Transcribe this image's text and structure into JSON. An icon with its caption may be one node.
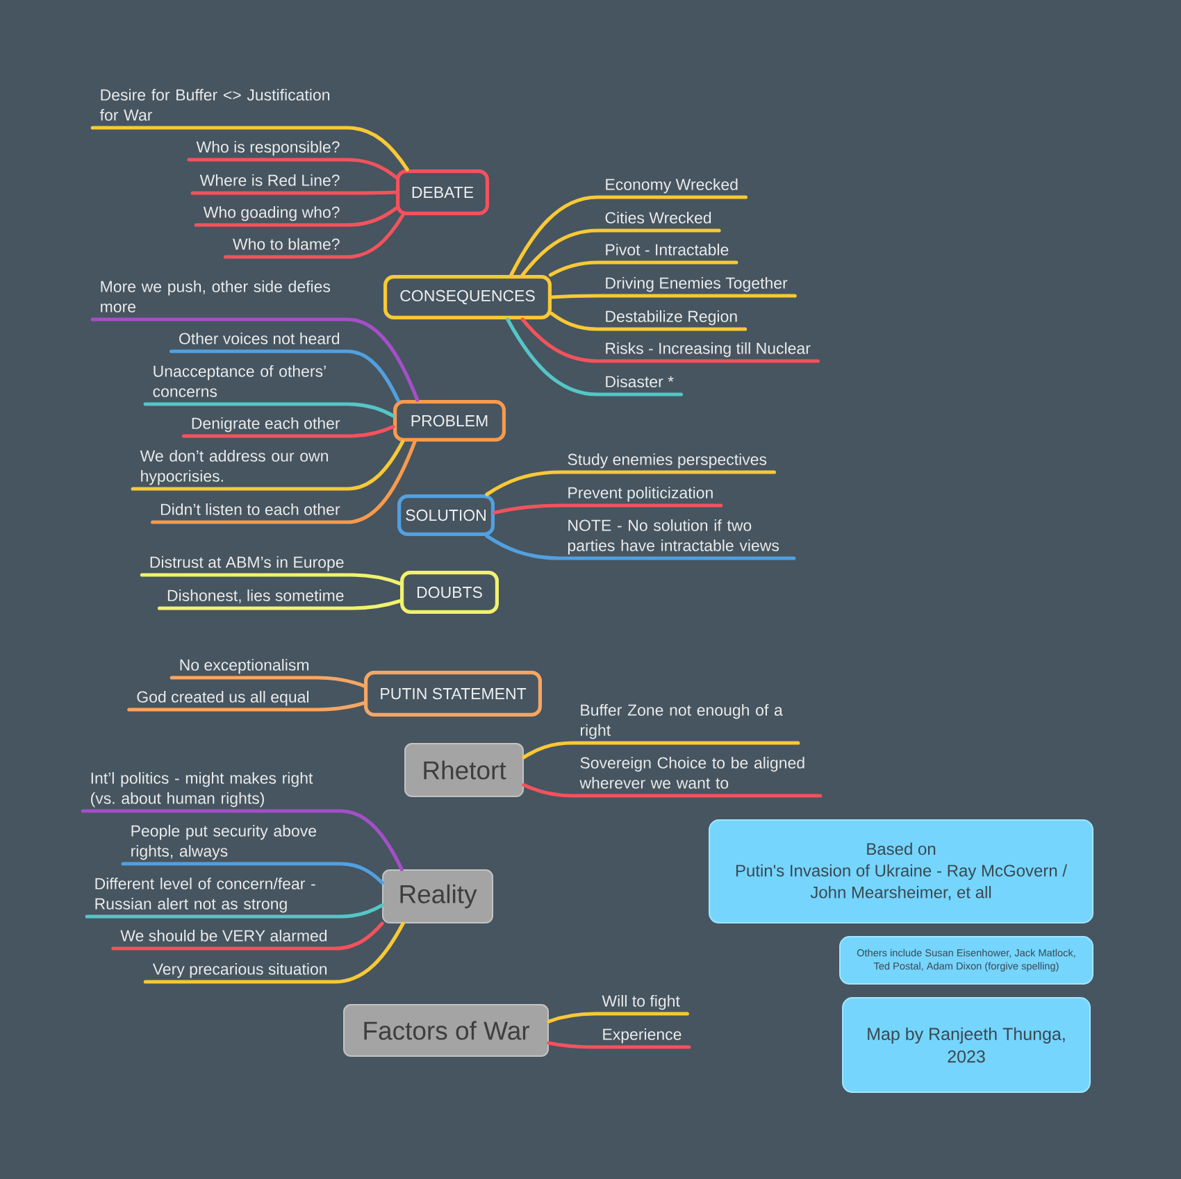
{
  "diagram": {
    "nodes": [
      {
        "text": [
          "DEBATE"
        ]
      },
      {
        "text": [
          "Desire for Buffer <> Justification for War"
        ]
      },
      {
        "text": [
          "Who is responsible?"
        ]
      },
      {
        "text": [
          "Where is Red Line?"
        ]
      },
      {
        "text": [
          "Who goading who?"
        ]
      },
      {
        "text": [
          "Who to blame?"
        ]
      },
      {
        "text": [
          "CONSEQUENCES"
        ]
      },
      {
        "text": [
          "Economy Wrecked"
        ]
      },
      {
        "text": [
          "Cities Wrecked"
        ]
      },
      {
        "text": [
          "Pivot - Intractable"
        ]
      },
      {
        "text": [
          "Driving Enemies Together"
        ]
      },
      {
        "text": [
          "Destabilize Region"
        ]
      },
      {
        "text": [
          "Risks - Increasing till Nuclear"
        ]
      },
      {
        "text": [
          "Disaster *"
        ]
      },
      {
        "text": [
          "PROBLEM"
        ]
      },
      {
        "text": [
          "More we push, other side defies more"
        ]
      },
      {
        "text": [
          "Other voices not heard"
        ]
      },
      {
        "text": [
          "Unacceptance of others’ concerns"
        ]
      },
      {
        "text": [
          "Denigrate each other"
        ]
      },
      {
        "text": [
          "We don’t address our own hypocrisies."
        ]
      },
      {
        "text": [
          "Didn’t listen to each other"
        ]
      },
      {
        "text": [
          "SOLUTION"
        ]
      },
      {
        "text": [
          "Study enemies perspectives"
        ]
      },
      {
        "text": [
          "Prevent politicization"
        ]
      },
      {
        "text": [
          "NOTE - No solution if two parties have intractable views"
        ]
      },
      {
        "text": [
          "DOUBTS"
        ]
      },
      {
        "text": [
          "Distrust at ABM’s in Europe"
        ]
      },
      {
        "text": [
          "Dishonest, lies sometime"
        ]
      },
      {
        "text": [
          "PUTIN STATEMENT"
        ]
      },
      {
        "text": [
          "No exceptionalism"
        ]
      },
      {
        "text": [
          "God created us all equal"
        ]
      },
      {
        "text": [
          "Rhetort"
        ]
      },
      {
        "text": [
          "Buffer Zone not enough of a right"
        ]
      },
      {
        "text": [
          "Sovereign Choice to be aligned wherever we want to"
        ]
      },
      {
        "text": [
          "Reality"
        ]
      },
      {
        "text": [
          "Int’l politics - might makes right (vs. about human rights)"
        ]
      },
      {
        "text": [
          "People put security above rights, always"
        ]
      },
      {
        "text": [
          "Different level of concern/fear - Russian alert not as strong"
        ]
      },
      {
        "text": [
          "We should be VERY alarmed"
        ]
      },
      {
        "text": [
          "Very precarious situation"
        ]
      },
      {
        "text": [
          "Factors of War"
        ]
      },
      {
        "text": [
          "Will to fight"
        ]
      },
      {
        "text": [
          "Experience"
        ]
      },
      {
        "text": [
          "Based on",
          "Putin's Invasion of Ukraine - Ray McGovern / John Mearsheimer, et all"
        ]
      },
      {
        "text": [
          "Others include Susan Eisenhower, Jack Matlock, Ted Postal, Adam Dixon (forgive spelling)"
        ]
      },
      {
        "text": [
          "Map by Ranjeeth Thunga, 2023"
        ]
      }
    ],
    "edges": [
      {
        "from": 0,
        "to": 1,
        "arrow": "none"
      },
      {
        "from": 0,
        "to": 2,
        "arrow": "none",
        "color": "#f4525d"
      },
      {
        "from": 0,
        "to": 3,
        "arrow": "none",
        "color": "#f4525d"
      },
      {
        "from": 0,
        "to": 4,
        "arrow": "none",
        "color": "#f4525d"
      },
      {
        "from": 0,
        "to": 5,
        "arrow": "none",
        "color": "#f4525d"
      },
      {
        "from": 6,
        "to": 7,
        "arrow": "none"
      },
      {
        "from": 6,
        "to": 8,
        "arrow": "none"
      },
      {
        "from": 6,
        "to": 9,
        "arrow": "none"
      },
      {
        "from": 6,
        "to": 10,
        "arrow": "none"
      },
      {
        "from": 6,
        "to": 11,
        "arrow": "none"
      },
      {
        "from": 6,
        "to": 12,
        "arrow": "none",
        "color": "#f4525d"
      },
      {
        "from": 6,
        "to": 13,
        "arrow": "none",
        "color": "#55c6c6"
      },
      {
        "from": 14,
        "to": 15,
        "arrow": "none",
        "color": "#a44fc8"
      },
      {
        "from": 14,
        "to": 16,
        "arrow": "none",
        "color": "#52a0e0"
      },
      {
        "from": 14,
        "to": 17,
        "arrow": "none",
        "color": "#55c6c6"
      },
      {
        "from": 14,
        "to": 18,
        "arrow": "none",
        "color": "#f4525d"
      },
      {
        "from": 14,
        "to": 19,
        "arrow": "none"
      },
      {
        "from": 14,
        "to": 20,
        "arrow": "none",
        "color": "#f89a4c"
      },
      {
        "from": 21,
        "to": 22,
        "arrow": "none"
      },
      {
        "from": 21,
        "to": 23,
        "arrow": "none",
        "color": "#f4525d"
      },
      {
        "from": 21,
        "to": 24,
        "arrow": "none",
        "color": "#52a0e0"
      },
      {
        "from": 25,
        "to": 26,
        "arrow": "none",
        "color": "#f2f26e"
      },
      {
        "from": 25,
        "to": 27,
        "arrow": "none",
        "color": "#f2f26e"
      },
      {
        "from": 28,
        "to": 29,
        "arrow": "none",
        "color": "#f6a664"
      },
      {
        "from": 28,
        "to": 30,
        "arrow": "none",
        "color": "#f6a664"
      },
      {
        "from": 31,
        "to": 32,
        "arrow": "none"
      },
      {
        "from": 31,
        "to": 33,
        "arrow": "none",
        "color": "#f4525d"
      },
      {
        "from": 34,
        "to": 35,
        "arrow": "none",
        "color": "#a44fc8"
      },
      {
        "from": 34,
        "to": 36,
        "arrow": "none",
        "color": "#52a0e0"
      },
      {
        "from": 34,
        "to": 37,
        "arrow": "none",
        "color": "#55c6c6"
      },
      {
        "from": 34,
        "to": 38,
        "arrow": "none",
        "color": "#f4525d"
      },
      {
        "from": 34,
        "to": 39,
        "arrow": "none"
      },
      {
        "from": 40,
        "to": 41,
        "arrow": "none"
      },
      {
        "from": 40,
        "to": 42,
        "arrow": "none",
        "color": "#f4525d"
      }
    ]
  }
}
